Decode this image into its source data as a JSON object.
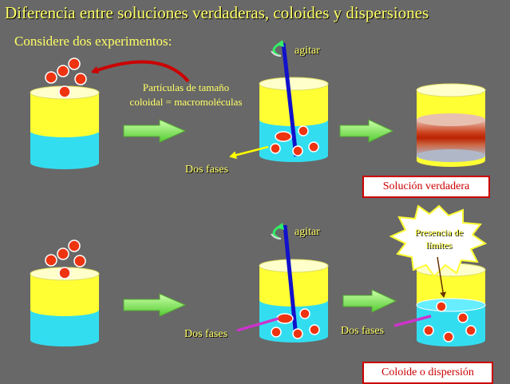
{
  "title": "Diferencia entre soluciones verdaderas, coloides y dispersiones",
  "subtitle": "Considere dos experimentos:",
  "particles_note": [
    "Partículas de tamaño",
    "coloidal = macromoléculas"
  ],
  "agitar_label": "agitar",
  "dos_fases_label": "Dos fases",
  "result_top": "Solución verdadera",
  "result_bottom": "Coloide o dispersión",
  "star_note": [
    "Presencia de",
    "límites"
  ],
  "colors": {
    "background": "#686868",
    "yellow": "#ffff33",
    "cyan": "#33ddf0",
    "particle": "#ee3311",
    "arrow_green": "#99ff66",
    "stirrer": "#1111cc",
    "curved_arrow": "#cc0000",
    "phase_arrow_top": "#ffff00",
    "phase_arrow_bottom": "#cc33cc",
    "result_border": "#cc0000"
  },
  "icons": [
    "stirring-rotation-icon",
    "curved-red-arrow-icon",
    "right-arrow-icon",
    "starburst-icon"
  ]
}
